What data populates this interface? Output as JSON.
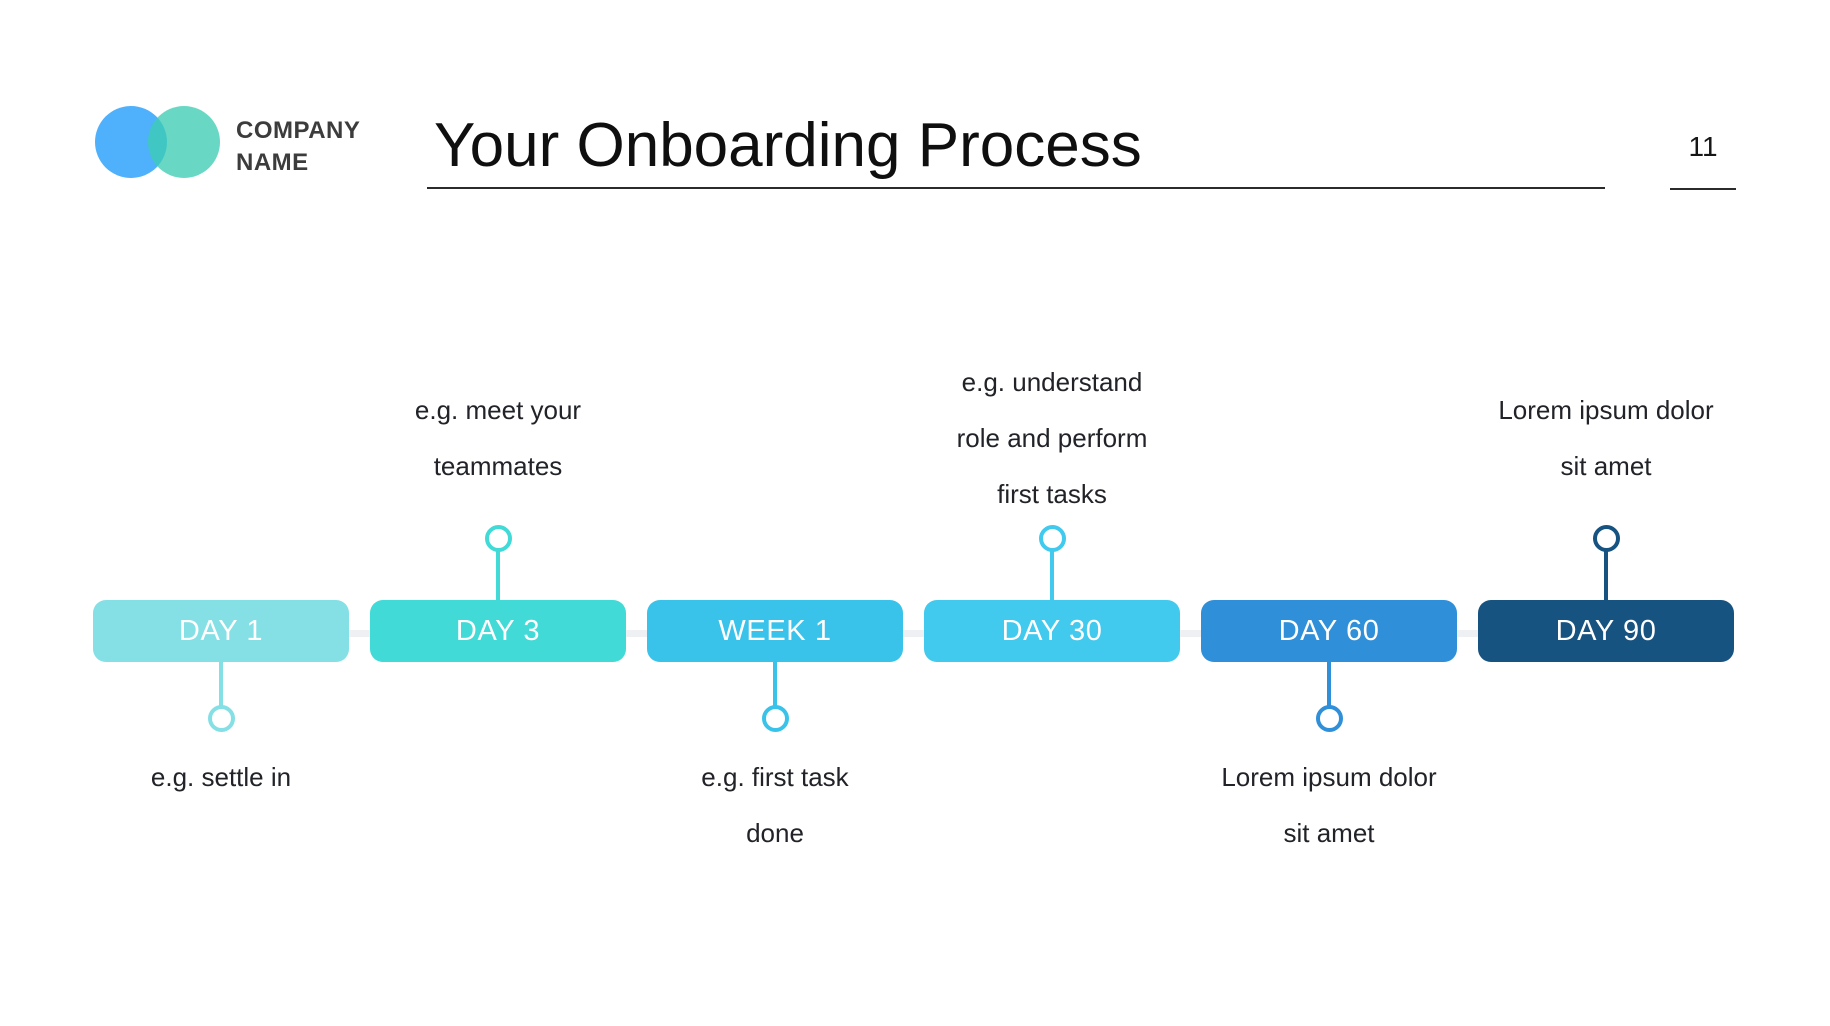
{
  "header": {
    "company_name_line1": "COMPANY",
    "company_name_line2": "NAME",
    "title": "Your Onboarding Process",
    "page_number": "11",
    "logo": {
      "left_circle_color": "#4FB0FB",
      "right_circle_color": "#3ECDB4"
    }
  },
  "timeline": {
    "rail_color": "#EEF0F3",
    "stages": [
      {
        "label": "DAY 1",
        "color": "#84E0E5",
        "note_position": "below",
        "note_lines": [
          "e.g. settle in"
        ]
      },
      {
        "label": "DAY 3",
        "color": "#41DAD6",
        "note_position": "above",
        "note_lines": [
          "e.g. meet your",
          "teammates"
        ]
      },
      {
        "label": "WEEK 1",
        "color": "#3AC3EA",
        "note_position": "below",
        "note_lines": [
          "e.g. first task",
          "done"
        ]
      },
      {
        "label": "DAY 30",
        "color": "#41C9EE",
        "note_position": "above",
        "note_lines": [
          "e.g. understand",
          "role and perform",
          "first tasks"
        ]
      },
      {
        "label": "DAY 60",
        "color": "#2F90D9",
        "note_position": "below",
        "note_lines": [
          "Lorem ipsum dolor",
          "sit amet"
        ]
      },
      {
        "label": "DAY 90",
        "color": "#175381",
        "note_position": "above",
        "note_lines": [
          "Lorem ipsum dolor",
          "sit amet"
        ]
      }
    ]
  }
}
